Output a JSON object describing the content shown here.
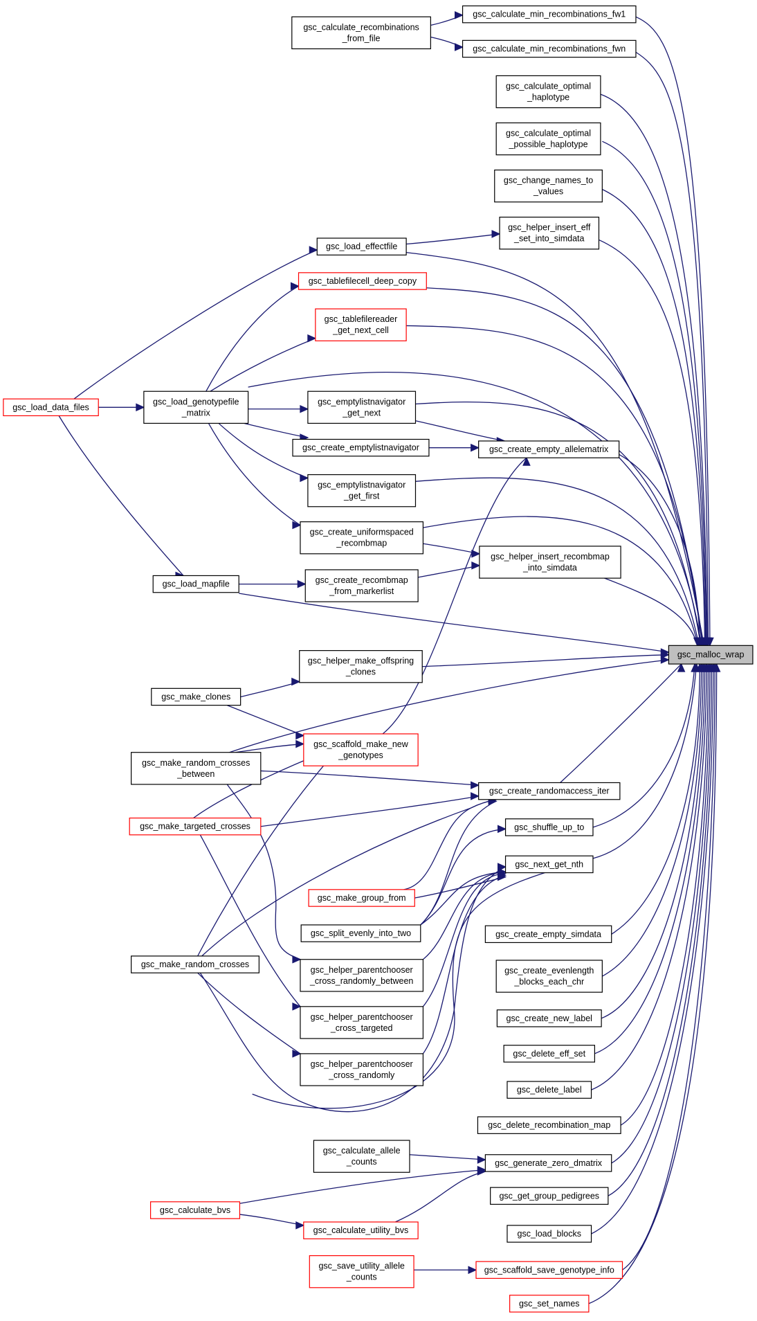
{
  "root": "gsc_malloc_wrap",
  "nodes": [
    {
      "id": "n1",
      "lines": [
        "gsc_calculate_min_recombinations_fw1"
      ],
      "color": "black"
    },
    {
      "id": "n2",
      "lines": [
        "gsc_calculate_recombinations",
        "_from_file"
      ],
      "color": "black"
    },
    {
      "id": "n3",
      "lines": [
        "gsc_calculate_min_recombinations_fwn"
      ],
      "color": "black"
    },
    {
      "id": "n4",
      "lines": [
        "gsc_calculate_optimal",
        "_haplotype"
      ],
      "color": "black"
    },
    {
      "id": "n5",
      "lines": [
        "gsc_calculate_optimal",
        "_possible_haplotype"
      ],
      "color": "black"
    },
    {
      "id": "n6",
      "lines": [
        "gsc_change_names_to",
        "_values"
      ],
      "color": "black"
    },
    {
      "id": "n7",
      "lines": [
        "gsc_helper_insert_eff",
        "_set_into_simdata"
      ],
      "color": "black"
    },
    {
      "id": "n8",
      "lines": [
        "gsc_load_effectfile"
      ],
      "color": "black"
    },
    {
      "id": "n9",
      "lines": [
        "gsc_tablefilecell_deep_copy"
      ],
      "color": "red"
    },
    {
      "id": "n10",
      "lines": [
        "gsc_tablefilereader",
        "_get_next_cell"
      ],
      "color": "red"
    },
    {
      "id": "n11",
      "lines": [
        "gsc_load_data_files"
      ],
      "color": "red"
    },
    {
      "id": "n12",
      "lines": [
        "gsc_load_genotypefile",
        "_matrix"
      ],
      "color": "black"
    },
    {
      "id": "n13",
      "lines": [
        "gsc_emptylistnavigator",
        "_get_next"
      ],
      "color": "black"
    },
    {
      "id": "n14",
      "lines": [
        "gsc_create_emptylistnavigator"
      ],
      "color": "black"
    },
    {
      "id": "n15",
      "lines": [
        "gsc_create_empty_allelematrix"
      ],
      "color": "black"
    },
    {
      "id": "n16",
      "lines": [
        "gsc_emptylistnavigator",
        "_get_first"
      ],
      "color": "black"
    },
    {
      "id": "n17",
      "lines": [
        "gsc_create_uniformspaced",
        "_recombmap"
      ],
      "color": "black"
    },
    {
      "id": "n18",
      "lines": [
        "gsc_helper_insert_recombmap",
        "_into_simdata"
      ],
      "color": "black"
    },
    {
      "id": "n19",
      "lines": [
        "gsc_load_mapfile"
      ],
      "color": "black"
    },
    {
      "id": "n20",
      "lines": [
        "gsc_create_recombmap",
        "_from_markerlist"
      ],
      "color": "black"
    },
    {
      "id": "n21",
      "lines": [
        "gsc_malloc_wrap"
      ],
      "color": "black"
    },
    {
      "id": "n22",
      "lines": [
        "gsc_helper_make_offspring",
        "_clones"
      ],
      "color": "black"
    },
    {
      "id": "n23",
      "lines": [
        "gsc_make_clones"
      ],
      "color": "black"
    },
    {
      "id": "n24",
      "lines": [
        "gsc_scaffold_make_new",
        "_genotypes"
      ],
      "color": "red"
    },
    {
      "id": "n25",
      "lines": [
        "gsc_make_random_crosses",
        "_between"
      ],
      "color": "black"
    },
    {
      "id": "n26",
      "lines": [
        "gsc_create_randomaccess_iter"
      ],
      "color": "black"
    },
    {
      "id": "n27",
      "lines": [
        "gsc_make_targeted_crosses"
      ],
      "color": "red"
    },
    {
      "id": "n28",
      "lines": [
        "gsc_shuffle_up_to"
      ],
      "color": "black"
    },
    {
      "id": "n29",
      "lines": [
        "gsc_next_get_nth"
      ],
      "color": "black"
    },
    {
      "id": "n30",
      "lines": [
        "gsc_make_group_from"
      ],
      "color": "red"
    },
    {
      "id": "n31",
      "lines": [
        "gsc_split_evenly_into_two"
      ],
      "color": "black"
    },
    {
      "id": "n32",
      "lines": [
        "gsc_create_empty_simdata"
      ],
      "color": "black"
    },
    {
      "id": "n33",
      "lines": [
        "gsc_make_random_crosses"
      ],
      "color": "black"
    },
    {
      "id": "n34",
      "lines": [
        "gsc_helper_parentchooser",
        "_cross_randomly_between"
      ],
      "color": "black"
    },
    {
      "id": "n35",
      "lines": [
        "gsc_create_evenlength",
        "_blocks_each_chr"
      ],
      "color": "black"
    },
    {
      "id": "n36",
      "lines": [
        "gsc_create_new_label"
      ],
      "color": "black"
    },
    {
      "id": "n37",
      "lines": [
        "gsc_helper_parentchooser",
        "_cross_targeted"
      ],
      "color": "black"
    },
    {
      "id": "n38",
      "lines": [
        "gsc_delete_eff_set"
      ],
      "color": "black"
    },
    {
      "id": "n39",
      "lines": [
        "gsc_helper_parentchooser",
        "_cross_randomly"
      ],
      "color": "black"
    },
    {
      "id": "n40",
      "lines": [
        "gsc_delete_label"
      ],
      "color": "black"
    },
    {
      "id": "n41",
      "lines": [
        "gsc_delete_recombination_map"
      ],
      "color": "black"
    },
    {
      "id": "n42",
      "lines": [
        "gsc_calculate_allele",
        "_counts"
      ],
      "color": "black"
    },
    {
      "id": "n43",
      "lines": [
        "gsc_generate_zero_dmatrix"
      ],
      "color": "black"
    },
    {
      "id": "n44",
      "lines": [
        "gsc_get_group_pedigrees"
      ],
      "color": "black"
    },
    {
      "id": "n45",
      "lines": [
        "gsc_calculate_bvs"
      ],
      "color": "red"
    },
    {
      "id": "n46",
      "lines": [
        "gsc_calculate_utility_bvs"
      ],
      "color": "red"
    },
    {
      "id": "n47",
      "lines": [
        "gsc_load_blocks"
      ],
      "color": "black"
    },
    {
      "id": "n48",
      "lines": [
        "gsc_save_utility_allele",
        "_counts"
      ],
      "color": "red"
    },
    {
      "id": "n49",
      "lines": [
        "gsc_scaffold_save_genotype_info"
      ],
      "color": "red"
    },
    {
      "id": "n50",
      "lines": [
        "gsc_set_names"
      ],
      "color": "red"
    }
  ]
}
